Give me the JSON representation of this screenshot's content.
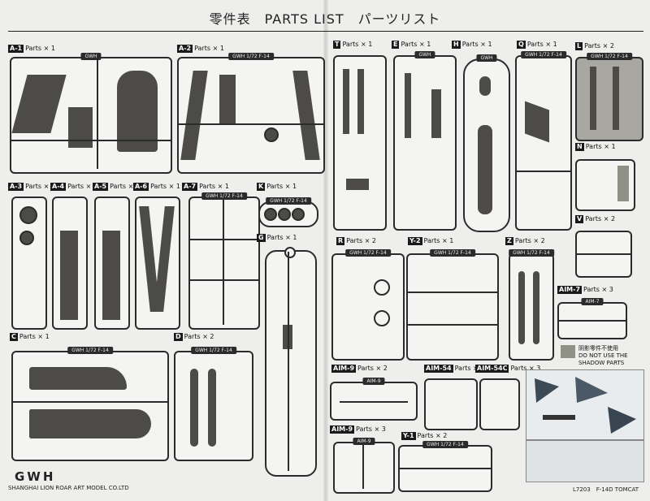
{
  "title": "零件表　PARTS LIST　パーツリスト",
  "parts": [
    {
      "tag": "A-1",
      "qty": "Parts × 1"
    },
    {
      "tag": "A-2",
      "qty": "Parts × 1"
    },
    {
      "tag": "A-3",
      "qty": "Parts × 1"
    },
    {
      "tag": "A-4",
      "qty": "Parts × 1"
    },
    {
      "tag": "A-5",
      "qty": "Parts × 1"
    },
    {
      "tag": "A-6",
      "qty": "Parts × 1"
    },
    {
      "tag": "A-7",
      "qty": "Parts × 1"
    },
    {
      "tag": "K",
      "qty": "Parts × 1"
    },
    {
      "tag": "G",
      "qty": "Parts × 1"
    },
    {
      "tag": "C",
      "qty": "Parts × 1"
    },
    {
      "tag": "D",
      "qty": "Parts × 2"
    },
    {
      "tag": "T",
      "qty": "Parts × 1"
    },
    {
      "tag": "E",
      "qty": "Parts × 1"
    },
    {
      "tag": "H",
      "qty": "Parts × 1"
    },
    {
      "tag": "Q",
      "qty": "Parts × 1"
    },
    {
      "tag": "L",
      "qty": "Parts × 2"
    },
    {
      "tag": "N",
      "qty": "Parts × 1"
    },
    {
      "tag": "V",
      "qty": "Parts × 2"
    },
    {
      "tag": "R",
      "qty": "Parts × 2"
    },
    {
      "tag": "Y-2",
      "qty": "Parts × 1"
    },
    {
      "tag": "Z",
      "qty": "Parts × 2"
    },
    {
      "tag": "AIM-7",
      "qty": "Parts × 3"
    },
    {
      "tag": "AIM-9",
      "qty": "Parts × 2"
    },
    {
      "tag": "AIM-54",
      "qty": "Parts × 3"
    },
    {
      "tag": "AIM-54C",
      "qty": "Parts × 3"
    },
    {
      "tag": "AIM-9",
      "qty": "Parts × 3"
    },
    {
      "tag": "Y-1",
      "qty": "Parts × 2"
    }
  ],
  "sprue_tabs": {
    "a1": "GWH",
    "a2": "GWH 1/72 F-14",
    "a7": "GWH 1/72 F-14",
    "k": "GWH 1/72 F-14",
    "c": "GWH 1/72 F-14",
    "d": "GWH 1/72 F-14",
    "e": "GWH",
    "h": "GWH",
    "q": "GWH 1/72 F-14",
    "l": "GWH 1/72 F-14",
    "r": "GWH 1/72 F-14",
    "y2": "GWH 1/72 F-14",
    "z": "GWH 1/72 F-14",
    "aim7": "AIM-7",
    "aim9a": "AIM-9",
    "aim9b": "AIM-9",
    "y1": "GWH 1/72 F-14"
  },
  "shadow_note": {
    "cn": "阴影零件不使用",
    "en1": "DO NOT USE THE",
    "en2": "SHADOW PARTS"
  },
  "logo": "GWH",
  "company": "SHANGHAI LION ROAR ART MODEL CO.LTD",
  "footer_code": "L7203　F-14D TOMCAT"
}
